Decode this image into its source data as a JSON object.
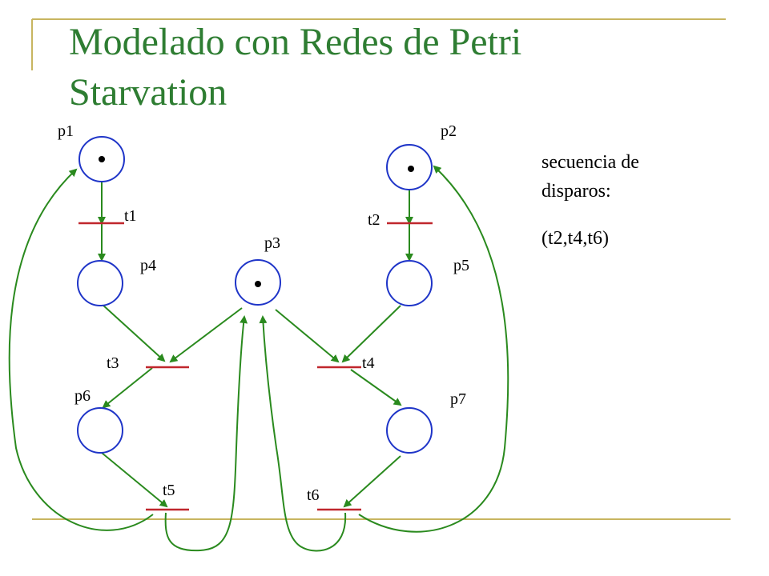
{
  "slide": {
    "title_line1": "Modelado con Redes de Petri",
    "title_line2": "Starvation",
    "sequence_label_1": "secuencia de",
    "sequence_label_2": "disparos:",
    "sequence_value": "(t2,t4,t6)"
  },
  "colors": {
    "title": "#2e7d32",
    "place_stroke": "#1f35c8",
    "transition": "#c0272d",
    "arc": "#2a8a1e",
    "rule": "#c8b560"
  },
  "petri_net": {
    "places": [
      {
        "id": "p1",
        "label": "p1",
        "tokens": 1
      },
      {
        "id": "p2",
        "label": "p2",
        "tokens": 1
      },
      {
        "id": "p3",
        "label": "p3",
        "tokens": 1
      },
      {
        "id": "p4",
        "label": "p4",
        "tokens": 0
      },
      {
        "id": "p5",
        "label": "p5",
        "tokens": 0
      },
      {
        "id": "p6",
        "label": "p6",
        "tokens": 0
      },
      {
        "id": "p7",
        "label": "p7",
        "tokens": 0
      }
    ],
    "transitions": [
      {
        "id": "t1",
        "label": "t1"
      },
      {
        "id": "t2",
        "label": "t2"
      },
      {
        "id": "t3",
        "label": "t3"
      },
      {
        "id": "t4",
        "label": "t4"
      },
      {
        "id": "t5",
        "label": "t5"
      },
      {
        "id": "t6",
        "label": "t6"
      }
    ]
  }
}
